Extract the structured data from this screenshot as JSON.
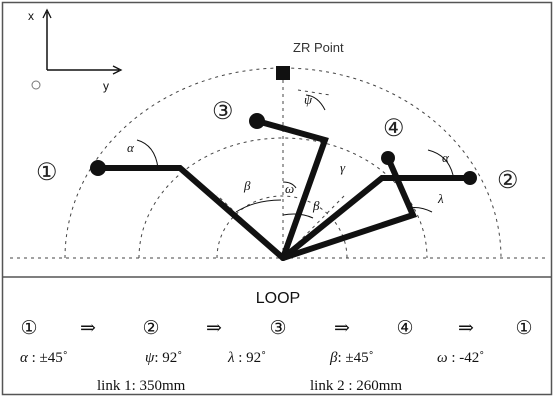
{
  "colors": {
    "background": "#ffffff",
    "ink": "#111111",
    "dash": "#444444",
    "frame": "#555555"
  },
  "icons": [
    "frame-x-y-axes",
    "zr-point-square",
    "joint-dot"
  ],
  "coordinate_frame": {
    "x_label": "x",
    "y_label": "y"
  },
  "zr_point_label": "ZR Point",
  "position_markers": [
    "①",
    "②",
    "③",
    "④"
  ],
  "angle_labels": {
    "alpha": "α",
    "beta": "β",
    "omega": "ω",
    "psi": "ψ",
    "gamma": "γ",
    "lambda": "λ"
  },
  "loop": {
    "title": "LOOP",
    "sequence": [
      "①",
      "⇒",
      "②",
      "⇒",
      "③",
      "⇒",
      "④",
      "⇒",
      "①"
    ]
  },
  "angle_ranges": [
    {
      "symbol": "α",
      "sep": " : ",
      "value": "±45˚"
    },
    {
      "symbol": "ψ",
      "sep": ": ",
      "value": "92˚"
    },
    {
      "symbol": "λ",
      "sep": " : ",
      "value": "92˚"
    },
    {
      "symbol": "β",
      "sep": ": ",
      "value": "±45˚"
    },
    {
      "symbol": "ω",
      "sep": " : ",
      "value": "-42˚"
    }
  ],
  "links": [
    {
      "label": "link 1",
      "value": "350mm",
      "text": "link 1: 350mm"
    },
    {
      "label": "link 2",
      "value": "260mm",
      "text": "link 2 : 260mm"
    }
  ]
}
